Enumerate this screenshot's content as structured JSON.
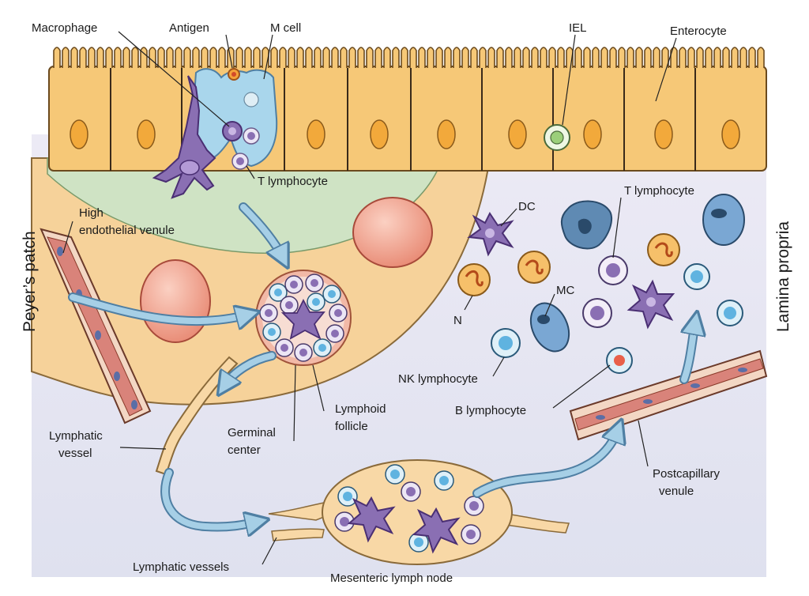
{
  "labels": {
    "macrophage": "Macrophage",
    "antigen": "Antigen",
    "m_cell": "M cell",
    "iel": "IEL",
    "enterocyte": "Enterocyte",
    "t_lymphocyte_top": "T lymphocyte",
    "high_endothelial_venule_1": "High",
    "high_endothelial_venule_2": "endothelial venule",
    "dc": "DC",
    "t_lymphocyte_right": "T lymphocyte",
    "n": "N",
    "mc": "MC",
    "nk_lymphocyte": "NK lymphocyte",
    "b_lymphocyte": "B lymphocyte",
    "lymphoid_follicle_1": "Lymphoid",
    "lymphoid_follicle_2": "follicle",
    "germinal_center_1": "Germinal",
    "germinal_center_2": "center",
    "lymphatic_vessel_1": "Lymphatic",
    "lymphatic_vessel_2": "vessel",
    "postcapillary_venule_1": "Postcapillary",
    "postcapillary_venule_2": "venule",
    "lymphatic_vessels": "Lymphatic vessels",
    "mesenteric_lymph_node": "Mesenteric lymph node",
    "peyers_patch": "Peyer’s patch",
    "lamina_propria": "Lamina propria"
  },
  "colors": {
    "epithelium": "#f6c877",
    "epithelium_edge": "#6b4a1e",
    "nucleus": "#f2a93b",
    "m_cell": "#a9d6ec",
    "dome": "#cfe3c4",
    "peyers_patch": "#f6d29a",
    "lamina_propria": "#e4e5f2",
    "blood_cell": "#ef9b86",
    "arrow": "#a6cfe6",
    "arrow_edge": "#4f7fa3",
    "cell_purple": "#8a6fb3",
    "cell_blue": "#8ec7e6",
    "vessel_red": "#d9837a"
  }
}
